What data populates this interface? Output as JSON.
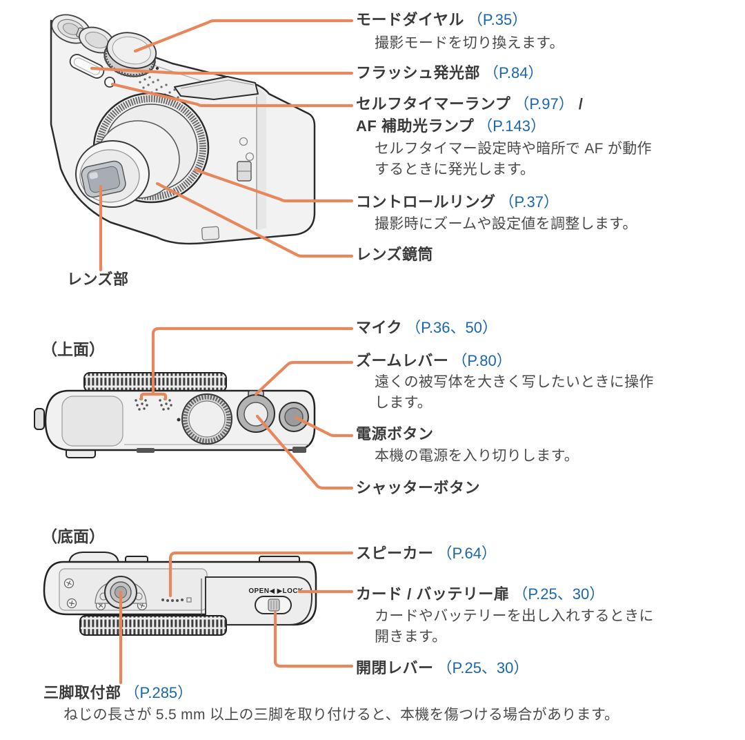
{
  "colors": {
    "background": "#FFFFFF",
    "leader_line_orange": "#E8875C",
    "page_ref_blue": "#1966AF",
    "label_text": "#3A3A3A",
    "body_text": "#4A4A4A"
  },
  "front_view": {
    "labels": {
      "mode_dial": {
        "name": "モードダイヤル",
        "ref": "（P.35）",
        "desc": "撮影モードを切り換えます。"
      },
      "flash": {
        "name": "フラッシュ発光部",
        "ref": "（P.84）"
      },
      "self_timer_lamp": {
        "name": "セルフタイマーランプ",
        "ref": "（P.97）",
        "suffix": "/",
        "name2": "AF 補助光ランプ",
        "ref2": "（P.143）",
        "desc": "セルフタイマー設定時や暗所で AF が動作\nするときに発光します。"
      },
      "control_ring": {
        "name": "コントロールリング",
        "ref": "（P.37）",
        "desc": "撮影時にズームや設定値を調整します。"
      },
      "lens_barrel": {
        "name": "レンズ鏡筒"
      },
      "lens": {
        "name": "レンズ部"
      }
    }
  },
  "top_view": {
    "heading": "（上面）",
    "labels": {
      "microphone": {
        "name": "マイク",
        "ref": "（P.36、50）"
      },
      "zoom_lever": {
        "name": "ズームレバー",
        "ref": "（P.80）",
        "desc": "遠くの被写体を大きく写したいときに操作\nします。"
      },
      "power_button": {
        "name": "電源ボタン",
        "desc": "本機の電源を入り切りします。"
      },
      "shutter_button": {
        "name": "シャッターボタン"
      }
    }
  },
  "bottom_view": {
    "heading": "（底面）",
    "door_marking": "OPEN◀ ▶LOCK",
    "labels": {
      "speaker": {
        "name": "スピーカー",
        "ref": "（P.64）"
      },
      "card_battery_door": {
        "name": "カード / バッテリー扉",
        "ref": "（P.25、30）",
        "desc": "カードやバッテリーを出し入れするときに\n開きます。"
      },
      "open_close_lever": {
        "name": "開閉レバー",
        "ref": "（P.25、30）"
      },
      "tripod_mount": {
        "name": "三脚取付部",
        "ref": "（P.285）",
        "desc": "ねじの長さが 5.5 mm 以上の三脚を取り付けると、本機を傷つける場合があります。"
      }
    }
  }
}
